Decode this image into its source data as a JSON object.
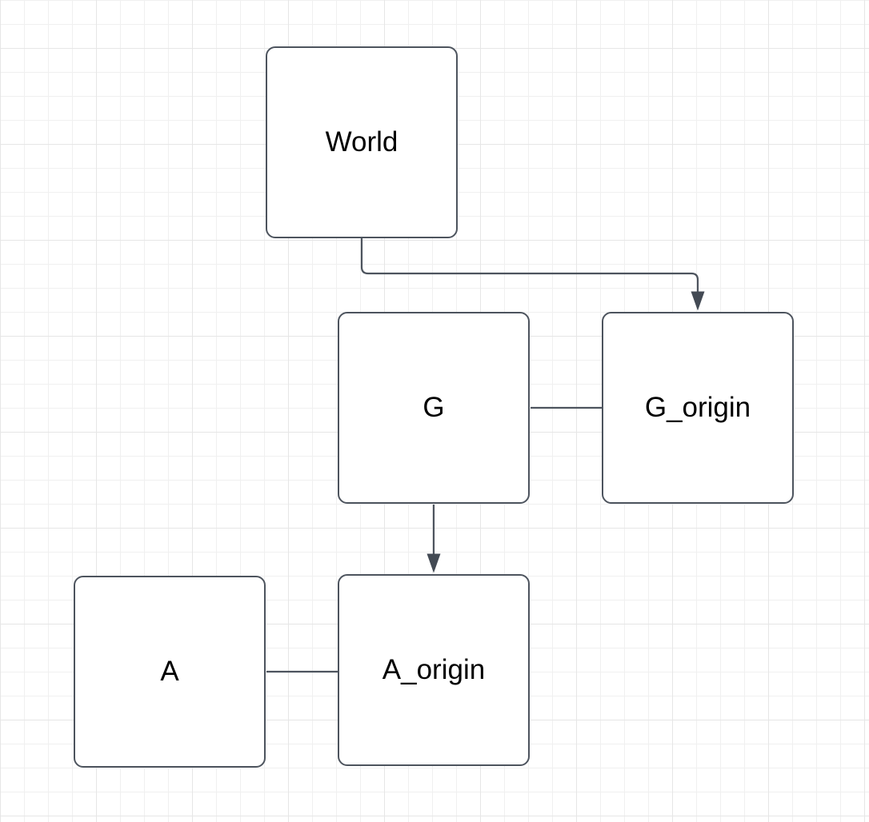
{
  "diagram": {
    "nodes": [
      {
        "id": "world",
        "label": "World"
      },
      {
        "id": "g",
        "label": "G"
      },
      {
        "id": "g_origin",
        "label": "G_origin"
      },
      {
        "id": "a",
        "label": "A"
      },
      {
        "id": "a_origin",
        "label": "A_origin"
      }
    ],
    "edges": [
      {
        "from": "World",
        "to": "G_origin",
        "type": "arrow"
      },
      {
        "from": "G",
        "to": "G_origin",
        "type": "line"
      },
      {
        "from": "G",
        "to": "A_origin",
        "type": "arrow"
      },
      {
        "from": "A",
        "to": "A_origin",
        "type": "line"
      }
    ],
    "colors": {
      "background": "#ffffff",
      "grid_minor": "#f0f0f0",
      "grid_major": "#e6e6e6",
      "node_fill": "#ffffff",
      "stroke": "#4d545e",
      "arrowhead": "#434a54",
      "text": "#000000"
    }
  }
}
